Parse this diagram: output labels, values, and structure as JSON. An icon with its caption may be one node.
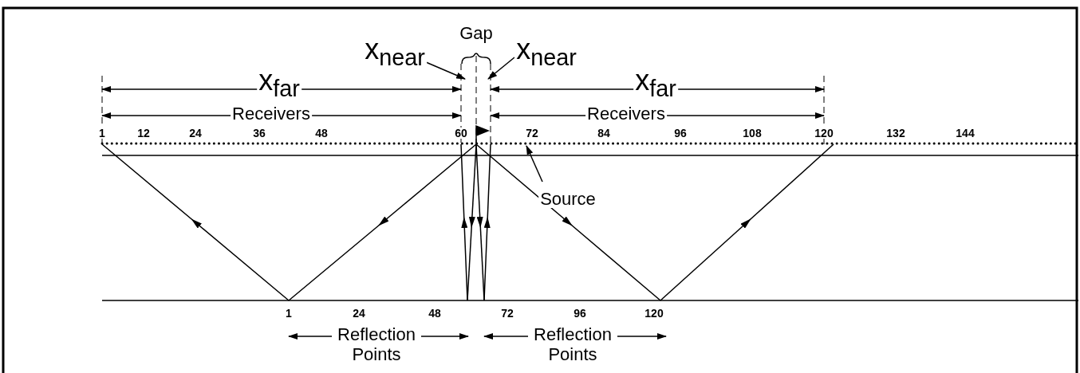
{
  "diagram": {
    "nodes": [
      {
        "text": [
          "x$_{near}$"
        ]
      },
      {
        "text": [
          "x$_{near}$"
        ]
      },
      {
        "text": [
          "Source"
        ]
      },
      {
        "text": [],
        "shape": "line"
      }
    ],
    "edges": [
      {
        "from": 0,
        "to": null,
        "arrow": "to"
      },
      {
        "from": 1,
        "to": null,
        "arrow": "to"
      },
      {
        "from": 2,
        "to": 3,
        "arrow": "to"
      }
    ],
    "labels": [
      "Gap",
      "x$_{far}$",
      "x$_{far}$",
      "Receivers",
      "Receivers",
      "1",
      "12",
      "24",
      "36",
      "48",
      "60",
      "72",
      "84",
      "96",
      "108",
      "120",
      "132",
      "144",
      "1",
      "24",
      "48",
      "72",
      "96",
      "120",
      "Reflection Points",
      "Reflection Points"
    ]
  }
}
